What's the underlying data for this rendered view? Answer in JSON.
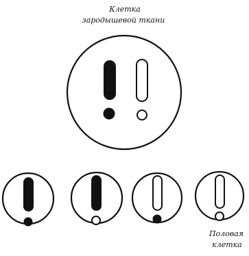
{
  "labels": {
    "top_line1": "Клетка",
    "top_line2": "зародышевой ткани",
    "bottom_line1": "Половая",
    "bottom_line2": "клетка"
  },
  "colors": {
    "ink": "#111111",
    "paper": "#ffffff"
  }
}
